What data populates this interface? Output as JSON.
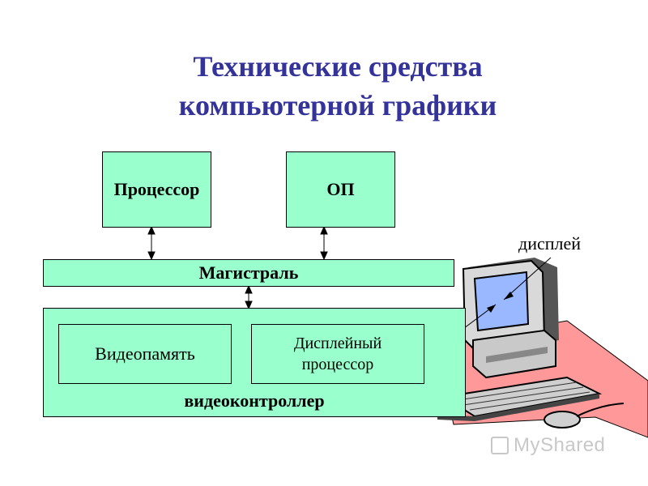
{
  "title": {
    "line1": "Технические средства",
    "line2": "компьютерной графики"
  },
  "blocks": {
    "processor": "Процессор",
    "ram": "ОП",
    "bus": "Магистраль",
    "videomemory": "Видеопамять",
    "display_processor_line1": "Дисплейный",
    "display_processor_line2": "процессор",
    "videocontroller": "видеоконтроллер"
  },
  "labels": {
    "display": "дисплей"
  },
  "watermark": {
    "logo_icon": "myshared-logo-icon",
    "text": "MyShared"
  },
  "colors": {
    "title": "#333399",
    "box_fill": "#99ffcc",
    "desk_pink": "#ff9999"
  }
}
